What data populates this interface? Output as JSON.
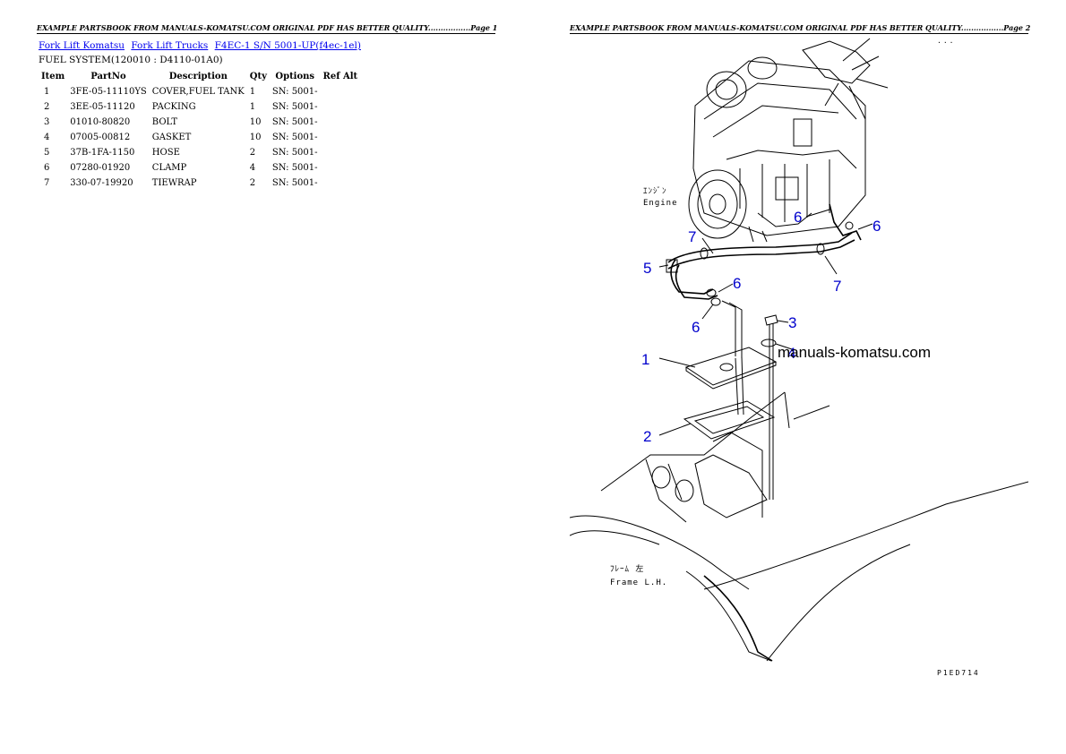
{
  "header": {
    "left": "EXAMPLE PARTSBOOK FROM MANUALS-KOMATSU.COM ORIGINAL PDF HAS BETTER QUALITY.................Page 1",
    "right": "EXAMPLE PARTSBOOK FROM MANUALS-KOMATSU.COM ORIGINAL PDF HAS BETTER QUALITY.................Page 2"
  },
  "breadcrumb": [
    "Fork Lift Komatsu",
    "Fork Lift Trucks",
    "F4EC-1 S/N 5001-UP(f4ec-1el)"
  ],
  "subtitle": "FUEL SYSTEM(120010 : D4110-01A0)",
  "table": {
    "headers": [
      "Item",
      "PartNo",
      "Description",
      "Qty",
      "Options",
      "Ref Alt"
    ],
    "rows": [
      [
        "1",
        "3FE-05-11110YS",
        "COVER,FUEL TANK",
        "1",
        "SN: 5001-",
        ""
      ],
      [
        "2",
        "3EE-05-11120",
        "PACKING",
        "1",
        "SN: 5001-",
        ""
      ],
      [
        "3",
        "01010-80820",
        "BOLT",
        "10",
        "SN: 5001-",
        ""
      ],
      [
        "4",
        "07005-00812",
        "GASKET",
        "10",
        "SN: 5001-",
        ""
      ],
      [
        "5",
        "37B-1FA-1150",
        "HOSE",
        "2",
        "SN: 5001-",
        ""
      ],
      [
        "6",
        "07280-01920",
        "CLAMP",
        "4",
        "SN: 5001-",
        ""
      ],
      [
        "7",
        "330-07-19920",
        "TIEWRAP",
        "2",
        "SN: 5001-",
        ""
      ]
    ]
  },
  "drawing": {
    "engine_label_jp": "ｴﾝｼﾞﾝ",
    "engine_label": "Engine",
    "frame_label_jp": "ﾌﾚｰﾑ 左",
    "frame_label": "Frame L.H.",
    "watermark": "manuals-komatsu.com",
    "page_code": "P1ED714",
    "top_code": "...",
    "callouts": [
      "6",
      "6",
      "7",
      "5",
      "6",
      "7",
      "6",
      "3",
      "4",
      "1",
      "2"
    ]
  }
}
